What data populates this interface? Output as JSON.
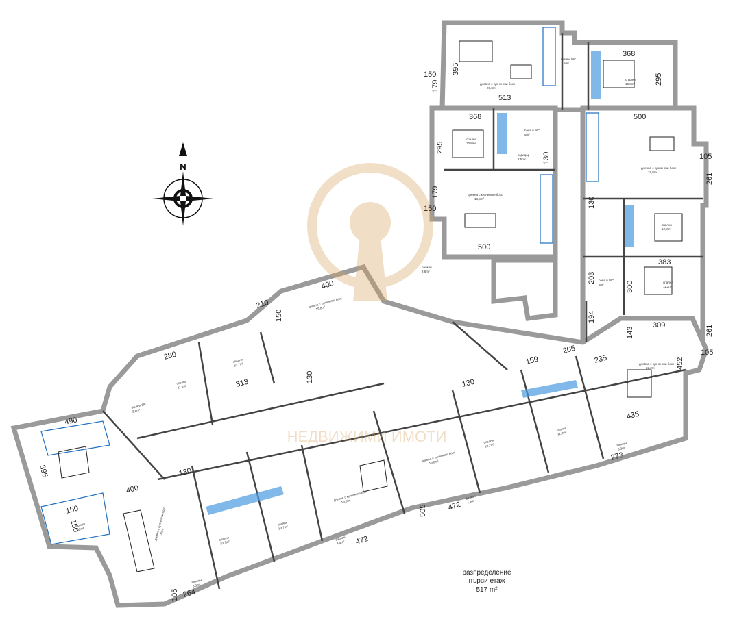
{
  "caption": {
    "line1": "разпределение",
    "line2": "първи етаж",
    "area": "517 m²"
  },
  "compass": {
    "north_label": "N"
  },
  "watermark": {
    "text": "НЕДВИЖИМИ ИМОТИ"
  },
  "dimensions": [
    "513",
    "395",
    "179",
    "150",
    "368",
    "295",
    "368",
    "295",
    "130",
    "179",
    "150",
    "500",
    "500",
    "105",
    "261",
    "130",
    "383",
    "203",
    "194",
    "300",
    "143",
    "309",
    "261",
    "105",
    "400",
    "210",
    "150",
    "280",
    "313",
    "130",
    "490",
    "395",
    "400",
    "150",
    "150",
    "130",
    "472",
    "472",
    "505",
    "264",
    "105",
    "435",
    "273",
    "235",
    "452",
    "130",
    "205",
    "159"
  ],
  "rooms": [
    {
      "name": "дневна с кухненски бокс",
      "area": "26,3m²"
    },
    {
      "name": "баня и WC",
      "area": "5m²"
    },
    {
      "name": "спалня",
      "area": "10,8m²"
    },
    {
      "name": "спалня",
      "area": "10,8m²"
    },
    {
      "name": "коридор",
      "area": "2,5m²"
    },
    {
      "name": "баня и WC",
      "area": "5m²"
    },
    {
      "name": "дневна с кухненски бокс",
      "area": "18,8m²"
    },
    {
      "name": "дневна с кухненски бокс",
      "area": "19,8m²"
    },
    {
      "name": "спалня",
      "area": "10,8m²"
    },
    {
      "name": "баня и WC",
      "area": "5m²"
    },
    {
      "name": "спалня",
      "area": "11,2m²"
    },
    {
      "name": "дневна с кухненски бокс",
      "area": "22,2m²"
    },
    {
      "name": "спалня",
      "area": "11,3m²"
    },
    {
      "name": "дневна с кухненски бокс",
      "area": "19,8m²"
    },
    {
      "name": "спалня",
      "area": "11,1m²"
    },
    {
      "name": "баня и WC",
      "area": "2,6m²"
    },
    {
      "name": "дневна с кухненски бокс",
      "area": "30m²"
    },
    {
      "name": "спалня",
      "area": "10,7m²"
    },
    {
      "name": "спалня",
      "area": "10,7m²"
    },
    {
      "name": "дневна с кухненски бокс",
      "area": "19,8m²"
    },
    {
      "name": "дневна с кухненски бокс",
      "area": "19,8m²"
    },
    {
      "name": "спалня",
      "area": "10,7m²"
    },
    {
      "name": "спалня",
      "area": "10,7m²"
    },
    {
      "name": "балкон",
      "area": "2,6m²"
    },
    {
      "name": "балкон",
      "area": "2,2m²"
    },
    {
      "name": "балкон",
      "area": "3,3m²"
    },
    {
      "name": "балкон",
      "area": "4,4m²"
    },
    {
      "name": "балкон",
      "area": "4,4m²"
    },
    {
      "name": "балкон",
      "area": "3,3m²"
    }
  ],
  "colors": {
    "wall": "#9a9a9a",
    "accent_blue": "#1e6fc0",
    "watermark": "#d9a25e"
  }
}
